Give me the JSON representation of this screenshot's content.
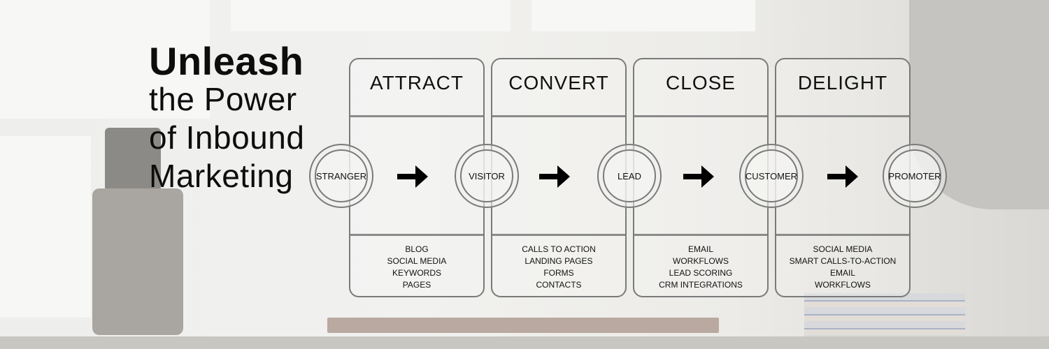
{
  "headline": {
    "line1": "Unleash",
    "line2": "the Power",
    "line3": "of Inbound",
    "line4": "Marketing"
  },
  "stages": [
    {
      "title": "ATTRACT",
      "items": [
        "BLOG",
        "SOCIAL MEDIA",
        "KEYWORDS",
        "PAGES"
      ]
    },
    {
      "title": "CONVERT",
      "items": [
        "CALLS TO ACTION",
        "LANDING PAGES",
        "FORMS",
        "CONTACTS"
      ]
    },
    {
      "title": "CLOSE",
      "items": [
        "EMAIL",
        "WORKFLOWS",
        "LEAD SCORING",
        "CRM INTEGRATIONS"
      ]
    },
    {
      "title": "DELIGHT",
      "items": [
        "SOCIAL MEDIA",
        "SMART CALLS-TO-ACTION",
        "EMAIL",
        "WORKFLOWS"
      ]
    }
  ],
  "personas": [
    "STRANGER",
    "VISITOR",
    "LEAD",
    "CUSTOMER",
    "PROMOTER"
  ],
  "colors": {
    "text": "#111111",
    "outline": "#7a7a7a",
    "arrow": "#000000"
  },
  "icons": {
    "arrow": "right-arrow-icon"
  }
}
